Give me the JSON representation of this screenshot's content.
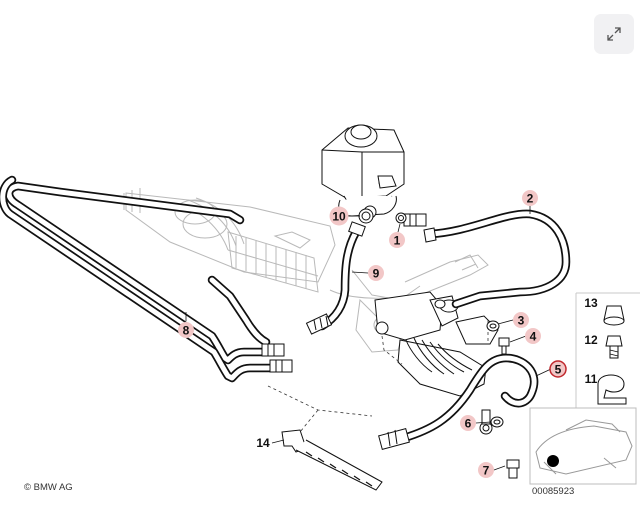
{
  "toolbar": {
    "expand_icon": "expand-arrows-icon"
  },
  "diagram": {
    "callouts": [
      {
        "label": "1",
        "highlighted": true
      },
      {
        "label": "2",
        "highlighted": true
      },
      {
        "label": "3",
        "highlighted": true
      },
      {
        "label": "4",
        "highlighted": true
      },
      {
        "label": "5",
        "highlighted": true,
        "ring": "#c0282d"
      },
      {
        "label": "6",
        "highlighted": true
      },
      {
        "label": "7",
        "highlighted": true
      },
      {
        "label": "8",
        "highlighted": true
      },
      {
        "label": "9",
        "highlighted": true
      },
      {
        "label": "10",
        "highlighted": true
      },
      {
        "label": "11",
        "highlighted": false
      },
      {
        "label": "12",
        "highlighted": false
      },
      {
        "label": "13",
        "highlighted": false
      },
      {
        "label": "14",
        "highlighted": false
      }
    ],
    "copyright": "© BMW AG",
    "reference_number": "00085923",
    "colors": {
      "highlight": "#f2c7c7",
      "ring": "#c0282d",
      "line": "#111111"
    }
  }
}
